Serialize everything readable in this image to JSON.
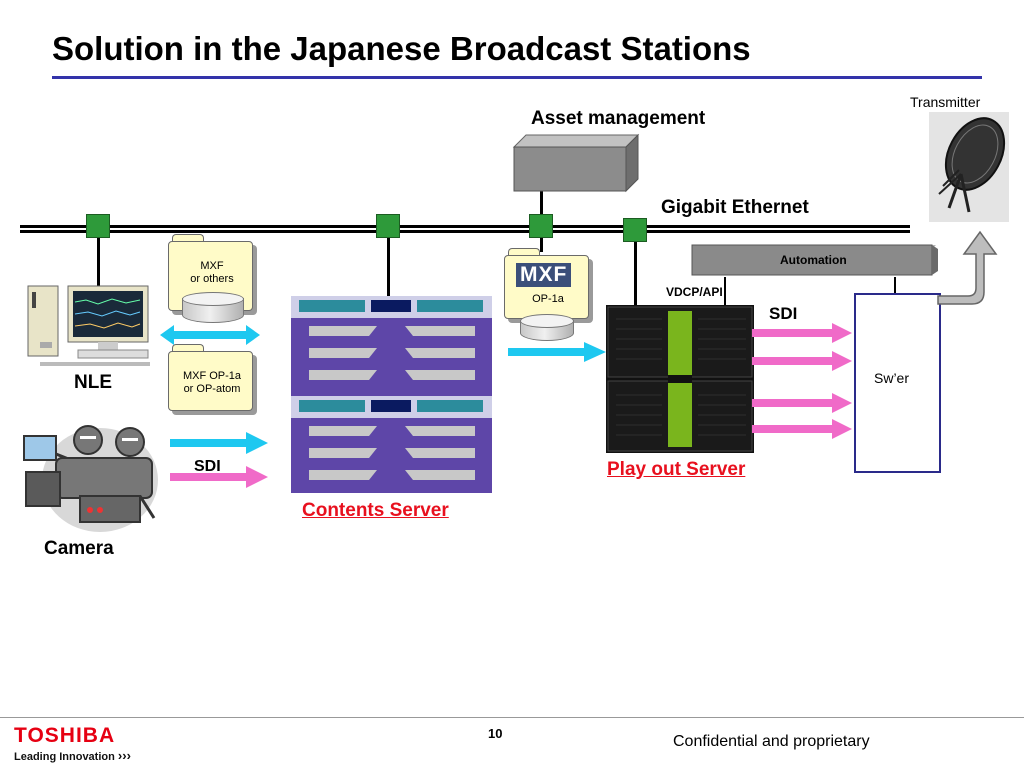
{
  "title": "Solution in the Japanese Broadcast Stations",
  "labels": {
    "transmitter": "Transmitter",
    "asset_management": "Asset management",
    "gigabit_ethernet": "Gigabit Ethernet",
    "automation": "Automation",
    "vdcp_api": "VDCP/API",
    "sdi_right": "SDI",
    "sdi_left": "SDI",
    "switcher": "Sw’er",
    "nle": "NLE",
    "camera": "Camera",
    "contents_server": "Contents Server",
    "play_out_server": "Play out Server",
    "mxf_logo": "MXF"
  },
  "folders": [
    {
      "line1": "MXF",
      "line2": "or  others"
    },
    {
      "line1": "MXF OP-1a",
      "line2": "or  OP-atom"
    },
    {
      "line1": "OP-1a",
      "line2": ""
    }
  ],
  "footer": {
    "brand": "TOSHIBA",
    "tagline": "Leading Innovation",
    "tagline_arrows": "›››",
    "page_number": "10",
    "confidential": "Confidential and proprietary"
  },
  "colors": {
    "node_green": "#2e9a3a",
    "cyan_arrow": "#1ec8f0",
    "pink_arrow": "#f06ac8",
    "link_red": "#e8101e",
    "title_rule": "#3333aa",
    "switcher_border": "#2a2a8a",
    "brand_red": "#e60012"
  },
  "icons": [
    "network-node-icon",
    "nle-workstation-icon",
    "camera-icon",
    "disk-icon",
    "folder-icon",
    "satellite-dish-icon",
    "return-arrow-icon"
  ]
}
